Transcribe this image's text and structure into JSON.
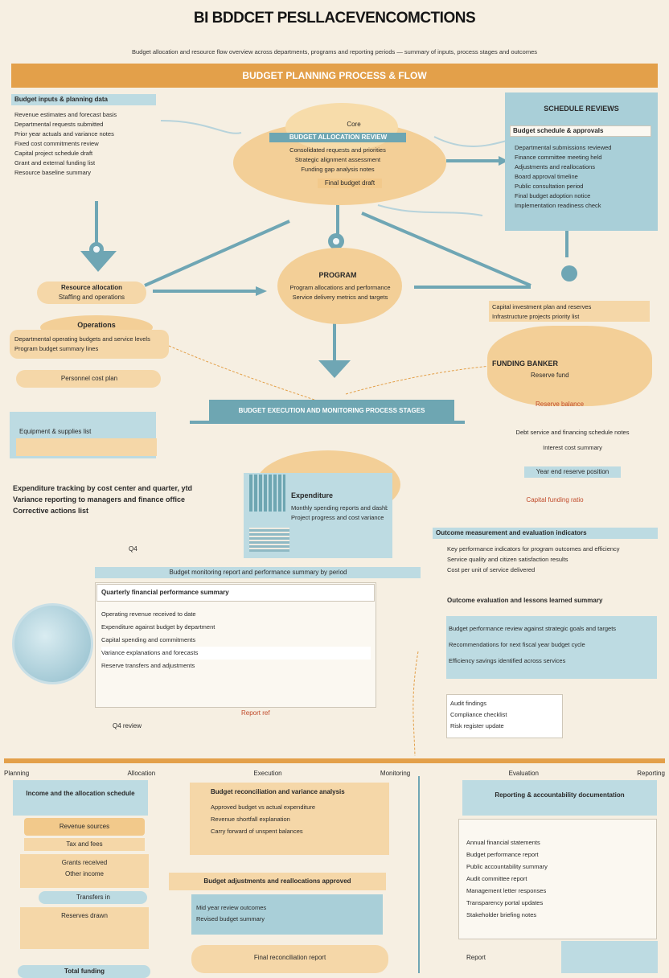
{
  "title": "BI BDDCET PESLLACEVENCOMCTIONS",
  "subtitle": "Budget allocation and resource flow overview across departments, programs and reporting periods — summary of inputs, process stages and outcomes",
  "banner": "BUDGET PLANNING PROCESS & FLOW",
  "left_panel": {
    "heading": "Budget inputs & planning data",
    "lines": [
      "Revenue estimates and forecast basis",
      "Departmental requests submitted",
      "Prior year actuals and variance notes",
      "Fixed cost commitments review",
      "Capital project schedule draft",
      "Grant and external funding list",
      "Resource baseline summary"
    ]
  },
  "central_cloud": {
    "label": "Core",
    "title": "BUDGET ALLOCATION REVIEW",
    "lines": [
      "Consolidated requests and priorities",
      "Strategic alignment assessment",
      "Funding gap analysis notes"
    ],
    "footer": "Final budget draft"
  },
  "right_top": {
    "heading": "SCHEDULE REVIEWS",
    "subheading": "Budget schedule & approvals",
    "items": [
      "Departmental submissions reviewed",
      "Finance committee meeting held",
      "Adjustments and reallocations",
      "Board approval timeline",
      "Public consultation period",
      "Final budget adoption notice",
      "Implementation readiness check"
    ]
  },
  "mid_left_label": {
    "title": "Resource allocation",
    "sub": "Staffing and operations"
  },
  "mid_left_cloud": {
    "title": "Operations"
  },
  "mid_left_lines": [
    "Departmental operating budgets and service levels",
    "Program budget summary lines"
  ],
  "mid_left_box": {
    "lines": [
      "Personnel cost plan",
      "Equipment & supplies list"
    ]
  },
  "mid_center": {
    "title": "PROGRAM",
    "lines": [
      "Program allocations and performance",
      "Service delivery metrics and targets"
    ]
  },
  "mid_right_top": {
    "lines": [
      "Capital investment plan and reserves",
      "Infrastructure projects priority list"
    ]
  },
  "mid_right_cloud": {
    "title": "FUNDING BANKER",
    "sub": "Reserve fund",
    "label": "Reserve balance"
  },
  "mid_right_lines": [
    "Debt service and financing schedule notes",
    "Interest cost summary",
    "Year end reserve position"
  ],
  "mid_right_note": "Capital funding ratio",
  "center_bar": "BUDGET EXECUTION AND MONITORING PROCESS STAGES",
  "left_block": {
    "lines": [
      "Expenditure tracking by cost center and quarter, ytd",
      "Variance reporting to managers and finance office",
      "Corrective actions list"
    ],
    "tag": "Q4"
  },
  "city_box": {
    "title": "Expenditure",
    "lines": [
      "Monthly spending reports and dashboards",
      "Project progress and cost variance"
    ]
  },
  "bottom_left_table": {
    "header": "Budget monitoring report and performance summary by period",
    "title": "Quarterly financial performance summary",
    "rows": [
      "Operating revenue received to date",
      "Expenditure against budget by department",
      "Capital spending and commitments",
      "Variance explanations and forecasts",
      "Reserve transfers and adjustments"
    ],
    "footer": "Report ref"
  },
  "bottom_left_tag": "Q4 review",
  "right_mid": {
    "heading": "Outcome measurement and evaluation indicators",
    "lines": [
      "Key performance indicators for program outcomes and efficiency",
      "Service quality and citizen satisfaction results",
      "Cost per unit of service delivered"
    ],
    "sub": "Outcome evaluation and lessons learned summary"
  },
  "right_blue": {
    "lines": [
      "Budget performance review against strategic goals and targets",
      "Recommendations for next fiscal year budget cycle",
      "Efficiency savings identified across services"
    ]
  },
  "right_white": {
    "lines": [
      "Audit findings",
      "Compliance checklist",
      "Risk register update"
    ]
  },
  "footer_strip": [
    "Planning",
    "Allocation",
    "Execution",
    "Monitoring",
    "Evaluation",
    "Reporting"
  ],
  "bottom_left_col": {
    "heading": "Income and the allocation schedule",
    "items": [
      "Revenue sources",
      "Tax and fees",
      "Grants received",
      "Other income",
      "Transfers in",
      "Reserves drawn",
      "Total funding"
    ]
  },
  "bottom_center": {
    "title": "Budget reconciliation and variance analysis",
    "lines": [
      "Approved budget vs actual expenditure",
      "Revenue shortfall explanation",
      "Carry forward of unspent balances"
    ],
    "bar": "Budget adjustments and reallocations approved",
    "blue_lines": [
      "Mid year review outcomes",
      "Revised budget summary"
    ],
    "bottom": "Final reconciliation report"
  },
  "bottom_right": {
    "heading": "Reporting & accountability documentation",
    "lines": [
      "Annual financial statements",
      "Budget performance report",
      "Public accountability summary",
      "Audit committee report",
      "Management letter responses",
      "Transparency portal updates",
      "Stakeholder briefing notes"
    ],
    "tag": "Report"
  },
  "colors": {
    "teal": "#6ea6b2",
    "orange": "#e3a04a",
    "peach": "#f5d7a8",
    "background": "#f6efe2"
  }
}
